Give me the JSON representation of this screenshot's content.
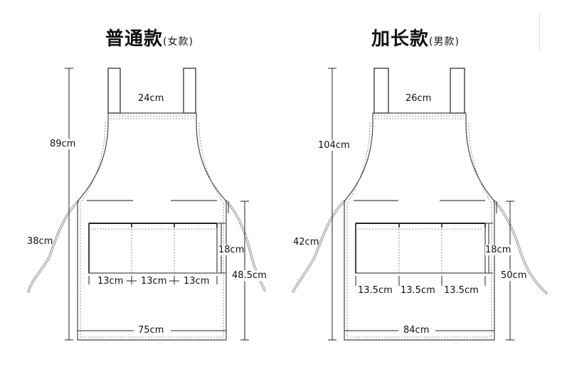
{
  "left": {
    "title": "普通款",
    "subtitle": "(女款)",
    "strap_width": "24cm",
    "total_length": "89cm",
    "bib_to_bottom": "38cm",
    "pocket_height": "18cm",
    "body_height": "48.5cm",
    "pocket_widths": [
      "13cm",
      "13cm",
      "13cm"
    ],
    "bottom_width": "75cm"
  },
  "right": {
    "title": "加长款",
    "subtitle": "(男款)",
    "strap_width": "26cm",
    "total_length": "104cm",
    "bib_to_bottom": "42cm",
    "pocket_height": "18cm",
    "body_height": "50cm",
    "pocket_widths": [
      "13.5cm",
      "13.5cm",
      "13.5cm"
    ],
    "bottom_width": "84cm"
  }
}
